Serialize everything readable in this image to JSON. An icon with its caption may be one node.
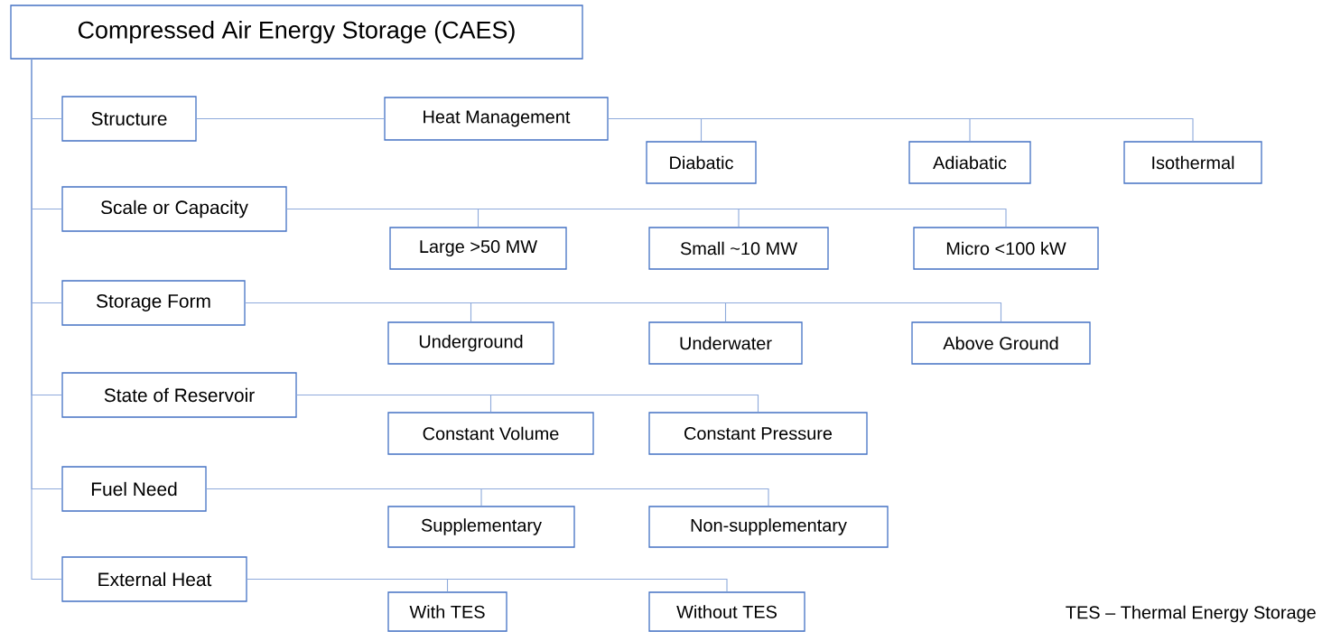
{
  "diagram": {
    "nodes": [
      {
        "text": [
          "Compressed Air Energy Storage (CAES)"
        ]
      },
      {
        "text": [
          "Structure"
        ]
      },
      {
        "text": [
          "Heat Management"
        ]
      },
      {
        "text": [
          "Diabatic"
        ]
      },
      {
        "text": [
          "Adiabatic"
        ]
      },
      {
        "text": [
          "Isothermal"
        ]
      },
      {
        "text": [
          "Scale or Capacity"
        ]
      },
      {
        "text": [
          "Large >50 MW"
        ]
      },
      {
        "text": [
          "Small ~10 MW"
        ]
      },
      {
        "text": [
          "Micro <100 kW"
        ]
      },
      {
        "text": [
          "Storage Form"
        ]
      },
      {
        "text": [
          "Underground"
        ]
      },
      {
        "text": [
          "Underwater"
        ]
      },
      {
        "text": [
          "Above Ground"
        ]
      },
      {
        "text": [
          "State of Reservoir"
        ]
      },
      {
        "text": [
          "Constant Volume"
        ]
      },
      {
        "text": [
          "Constant Pressure"
        ]
      },
      {
        "text": [
          "Fuel Need"
        ]
      },
      {
        "text": [
          "Supplementary"
        ]
      },
      {
        "text": [
          "Non-supplementary"
        ]
      },
      {
        "text": [
          "External Heat"
        ]
      },
      {
        "text": [
          "With TES"
        ]
      },
      {
        "text": [
          "Without TES"
        ]
      }
    ],
    "edges": [
      {
        "from": 0,
        "to": 1,
        "arrow": "none"
      },
      {
        "from": 0,
        "to": 6,
        "arrow": "none"
      },
      {
        "from": 0,
        "to": 10,
        "arrow": "none"
      },
      {
        "from": 0,
        "to": 14,
        "arrow": "none"
      },
      {
        "from": 0,
        "to": 17,
        "arrow": "none"
      },
      {
        "from": 0,
        "to": 20,
        "arrow": "none"
      },
      {
        "from": 1,
        "to": 2,
        "arrow": "none"
      },
      {
        "from": 2,
        "to": 3,
        "arrow": "none"
      },
      {
        "from": 2,
        "to": 4,
        "arrow": "none"
      },
      {
        "from": 2,
        "to": 5,
        "arrow": "none"
      },
      {
        "from": 6,
        "to": 7,
        "arrow": "none"
      },
      {
        "from": 6,
        "to": 8,
        "arrow": "none"
      },
      {
        "from": 6,
        "to": 9,
        "arrow": "none"
      },
      {
        "from": 10,
        "to": 11,
        "arrow": "none"
      },
      {
        "from": 10,
        "to": 12,
        "arrow": "none"
      },
      {
        "from": 10,
        "to": 13,
        "arrow": "none"
      },
      {
        "from": 14,
        "to": 15,
        "arrow": "none"
      },
      {
        "from": 14,
        "to": 16,
        "arrow": "none"
      },
      {
        "from": 17,
        "to": 18,
        "arrow": "none"
      },
      {
        "from": 17,
        "to": 19,
        "arrow": "none"
      },
      {
        "from": 20,
        "to": 21,
        "arrow": "none"
      },
      {
        "from": 20,
        "to": 22,
        "arrow": "none"
      }
    ],
    "labels": [
      "TES – Thermal Energy Storage"
    ]
  }
}
